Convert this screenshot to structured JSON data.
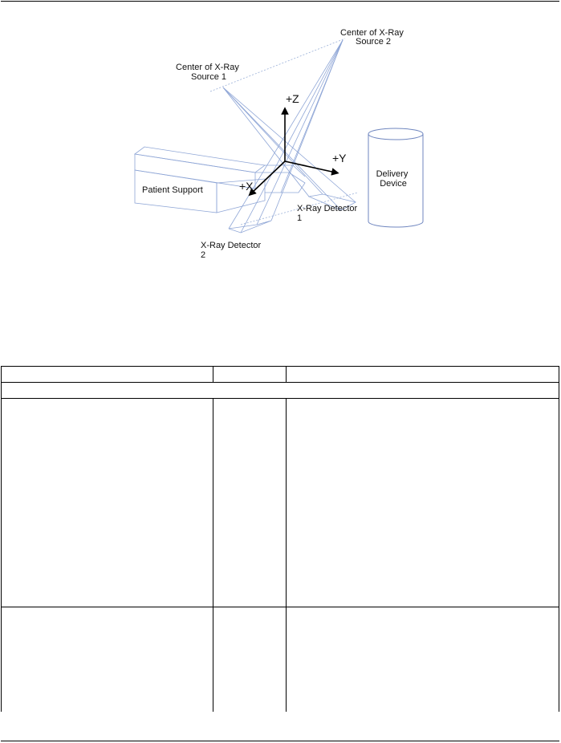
{
  "figure": {
    "labels": {
      "source1": [
        "Center of X-Ray",
        "Source 1"
      ],
      "source2": [
        "Center of X-Ray",
        "Source 2"
      ],
      "axis_z": "+Z",
      "axis_y": "+Y",
      "axis_x": "+X",
      "patient_support": "Patient Support",
      "delivery_device": [
        "Delivery",
        "Device"
      ],
      "detector1": [
        "X-Ray Detector",
        "1"
      ],
      "detector2": [
        "X-Ray Detector",
        "2"
      ]
    },
    "colors": {
      "wireframe": "#8fa6d6",
      "axes": "#000000",
      "device_outline": "#6f86bf"
    }
  },
  "table": {
    "header": [
      "",
      "",
      ""
    ],
    "section_row": "",
    "rows": [
      [
        "",
        "",
        ""
      ],
      [
        "",
        "",
        ""
      ]
    ]
  }
}
